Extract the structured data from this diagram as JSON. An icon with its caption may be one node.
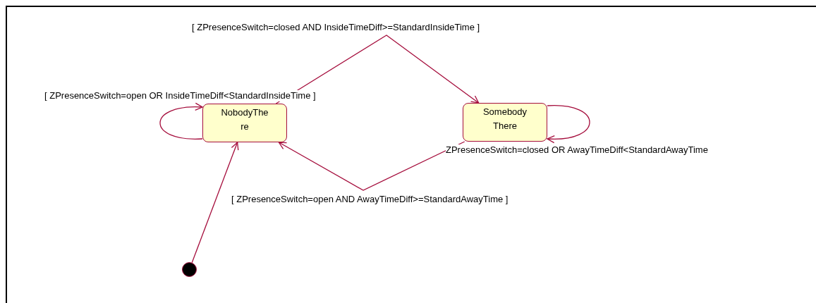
{
  "diagram": {
    "nodes": [
      {
        "text": [
          "NobodyThere"
        ]
      },
      {
        "text": [
          "Somebody There"
        ]
      },
      {
        "text": [],
        "shape": "circle"
      }
    ],
    "edges": [
      {
        "from": 2,
        "to": 0,
        "arrow": "to"
      },
      {
        "from": 0,
        "to": 0,
        "arrow": "to",
        "label": "[ ZPresenceSwitch=open OR InsideTimeDiff<StandardInsideTime ]"
      },
      {
        "from": 0,
        "to": 1,
        "arrow": "to",
        "label": "[ ZPresenceSwitch=closed AND InsideTimeDiff>=StandardInsideTime ]"
      },
      {
        "from": 1,
        "to": 1,
        "arrow": "to",
        "label": "ZPresenceSwitch=closed OR AwayTimeDiff<StandardAwayTime"
      },
      {
        "from": 1,
        "to": 0,
        "arrow": "to",
        "label": "[ ZPresenceSwitch=open AND AwayTimeDiff>=StandardAwayTime ]"
      }
    ]
  }
}
